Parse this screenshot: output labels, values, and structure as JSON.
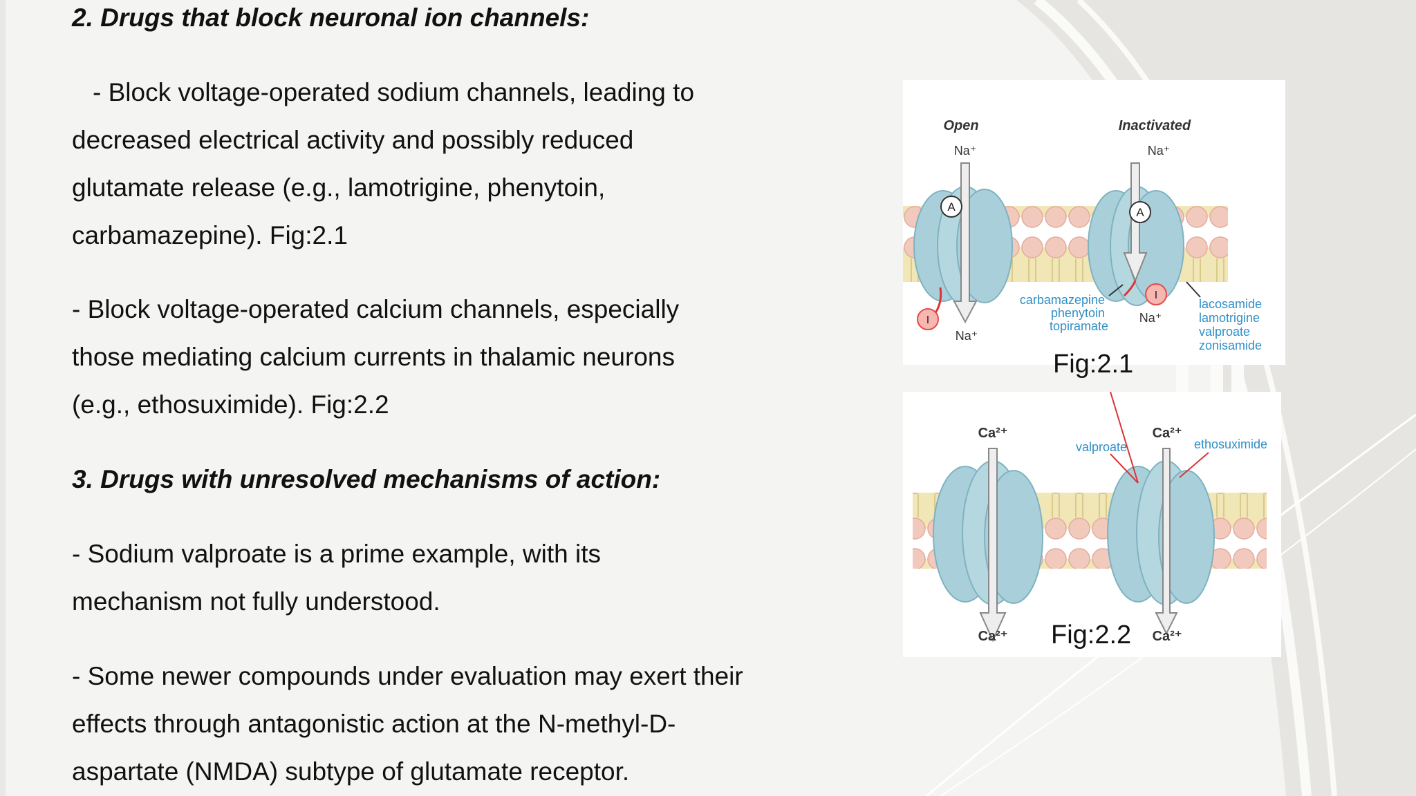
{
  "slide": {
    "heading2": "2. Drugs that block neuronal ion channels:",
    "para1": "- Block voltage-operated sodium channels, leading to decreased electrical activity and possibly reduced glutamate release (e.g., lamotrigine, phenytoin, carbamazepine). Fig:2.1",
    "para2": "- Block voltage-operated calcium channels, especially those mediating calcium currents in thalamic neurons (e.g., ethosuximide). Fig:2.2",
    "heading3": "3. Drugs with unresolved mechanisms of action:",
    "para3": "- Sodium valproate is a prime example, with its mechanism not fully understood.",
    "para4": "- Some newer compounds under evaluation may exert their effects through antagonistic action at the N-methyl-D-aspartate (NMDA) subtype of glutamate receptor."
  },
  "fig1": {
    "caption": "Fig:2.1",
    "state_open": "Open",
    "state_inactivated": "Inactivated",
    "ion_top_left": "Na⁺",
    "ion_bottom_left": "Na⁺",
    "ion_top_right": "Na⁺",
    "ion_bottom_right": "Na⁺",
    "gate_a": "A",
    "gate_i": "I",
    "drugs_left": [
      "carbamazepine",
      "phenytoin",
      "topiramate"
    ],
    "drugs_right": [
      "lacosamide",
      "lamotrigine",
      "valproate",
      "zonisamide"
    ]
  },
  "fig2": {
    "caption": "Fig:2.2",
    "ion_top_left": "Ca²⁺",
    "ion_bottom_left": "Ca²⁺",
    "ion_top_right": "Ca²⁺",
    "ion_bottom_right": "Ca²⁺",
    "drug_valproate": "valproate",
    "drug_ethosuximide": "ethosuximide"
  },
  "colors": {
    "channel": "#a9d0da",
    "channel_stroke": "#7fb2c0",
    "head": "#f2c9bd",
    "tail": "#f1e6b6",
    "drug_text": "#2f8fc7",
    "gate_i": "#e34b4b"
  }
}
